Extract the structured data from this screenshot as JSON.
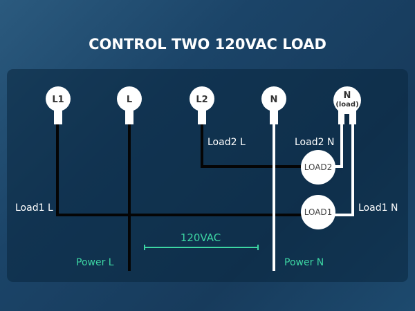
{
  "title": "CONTROL TWO 120VAC LOAD",
  "terminals": {
    "l1": "L1",
    "l": "L",
    "l2": "L2",
    "n": "N",
    "n_load_top": "N",
    "n_load_bottom": "(load)"
  },
  "loads": {
    "load1": "LOAD1",
    "load2": "LOAD2"
  },
  "labels": {
    "load1_l": "Load1 L",
    "load1_n": "Load1 N",
    "load2_l": "Load2 L",
    "load2_n": "Load2 N",
    "power_l": "Power L",
    "power_n": "Power N",
    "voltage": "120VAC"
  },
  "colors": {
    "accent": "#3dd6a3",
    "hot_wire": "#000000",
    "neutral_wire": "#ffffff"
  }
}
